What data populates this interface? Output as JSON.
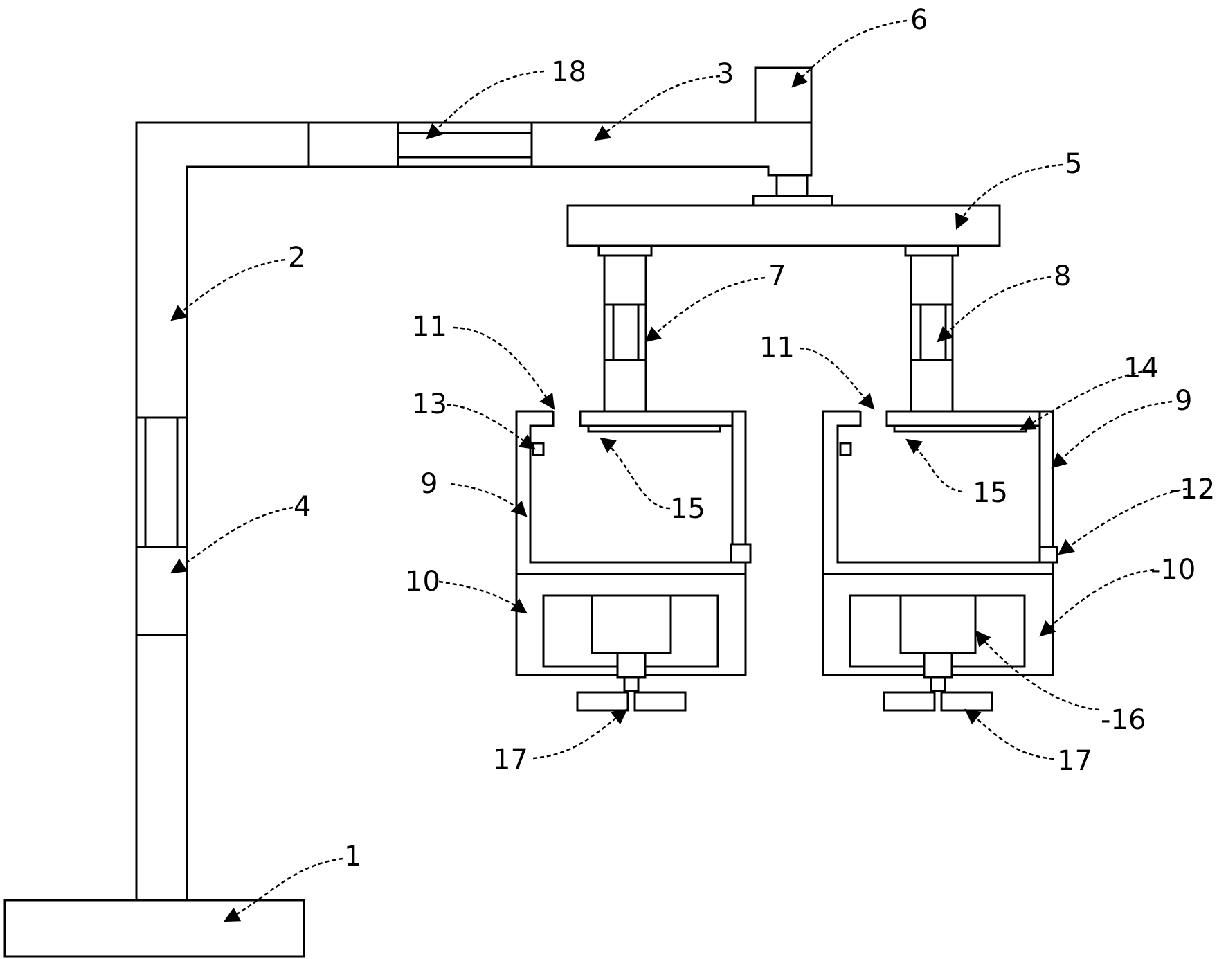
{
  "callouts": {
    "c1": "1",
    "c2": "2",
    "c3": "3",
    "c4": "4",
    "c5": "5",
    "c6": "6",
    "c7": "7",
    "c8": "8",
    "c9_left": "9",
    "c9_right": "9",
    "c10_left": "10",
    "c10_right": "-10",
    "c11_left": "11",
    "c11_right": "11",
    "c12": "-12",
    "c13": "13",
    "c14": "14",
    "c15_left": "15",
    "c15_right": "15",
    "c16": "-16",
    "c17_left": "17",
    "c17_right": "17",
    "c18": "18"
  }
}
